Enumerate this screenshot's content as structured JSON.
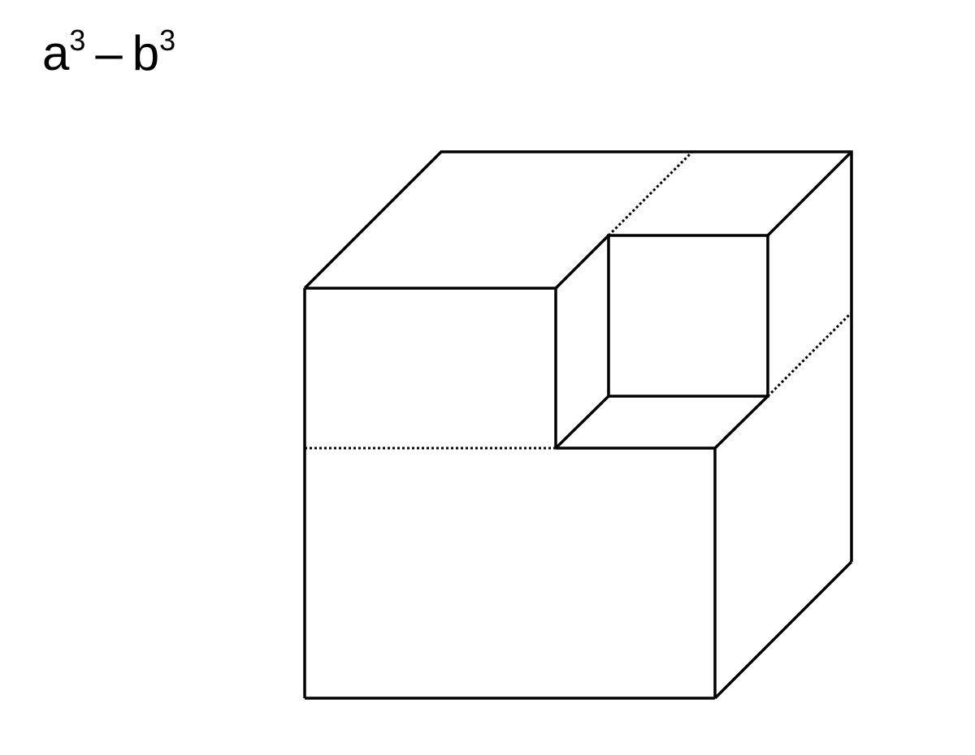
{
  "title": {
    "base_a": "a",
    "exp_a": "3",
    "operator": "–",
    "base_b": "b",
    "exp_b": "3"
  },
  "figure": {
    "description_type": "cube with smaller cube removed from top-front-right corner",
    "line_color": "#000000",
    "background_color": "#ffffff"
  }
}
